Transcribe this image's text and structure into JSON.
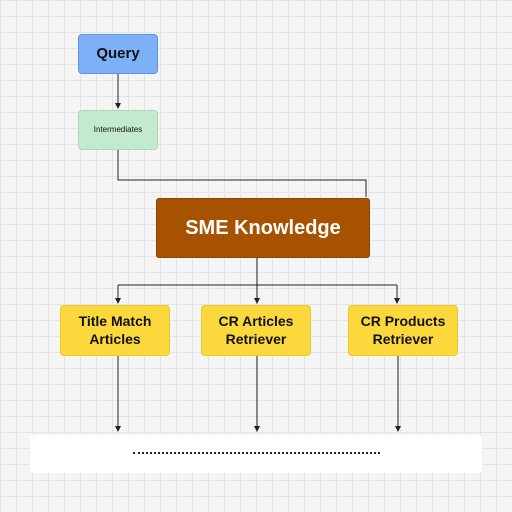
{
  "diagram": {
    "nodes": {
      "query": {
        "label": "Query",
        "color": "#7eb0f7"
      },
      "intermediates": {
        "label": "Intermediates",
        "color": "#c3eacf"
      },
      "sme": {
        "label": "SME Knowledge",
        "color": "#a65200"
      },
      "title_match": {
        "label": "Title Match\nArticles",
        "color": "#fbd93d"
      },
      "cr_articles": {
        "label": "CR Articles\nRetriever",
        "color": "#fbd93d"
      },
      "cr_products": {
        "label": "CR Products\nRetriever",
        "color": "#fbd93d"
      }
    },
    "edges": [
      {
        "from": "Query",
        "to": "Intermediates"
      },
      {
        "from": "Intermediates",
        "to": "SME Knowledge"
      },
      {
        "from": "SME Knowledge",
        "to": "Title Match\nArticles"
      },
      {
        "from": "SME Knowledge",
        "to": "CR Articles\nRetriever"
      },
      {
        "from": "SME Knowledge",
        "to": "CR Products\nRetriever"
      },
      {
        "from": "Title Match\nArticles",
        "to": "output"
      },
      {
        "from": "CR Articles\nRetriever",
        "to": "output"
      },
      {
        "from": "CR Products\nRetriever",
        "to": "output"
      }
    ]
  }
}
